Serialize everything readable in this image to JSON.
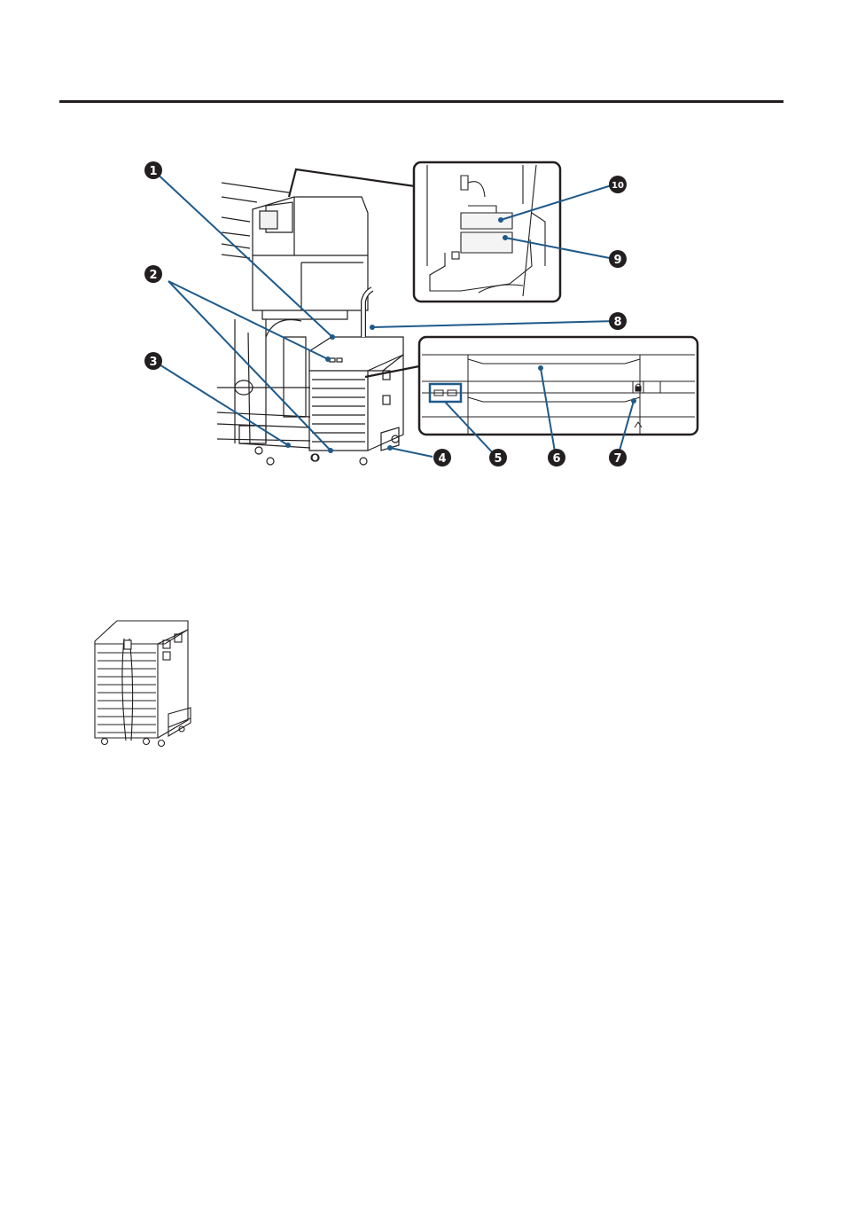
{
  "page": {
    "header_rule": true
  },
  "figure_main": {
    "callouts": [
      {
        "label": "1"
      },
      {
        "label": "2"
      },
      {
        "label": "3"
      },
      {
        "label": "4"
      },
      {
        "label": "5"
      },
      {
        "label": "6"
      },
      {
        "label": "7"
      },
      {
        "label": "8"
      },
      {
        "label": "9"
      },
      {
        "label": "10"
      }
    ],
    "callout_color": "#231f20",
    "leader_color": "#1f5a8a",
    "outline_color": "#231f20"
  },
  "figure_secondary": {
    "description_visible": false
  }
}
